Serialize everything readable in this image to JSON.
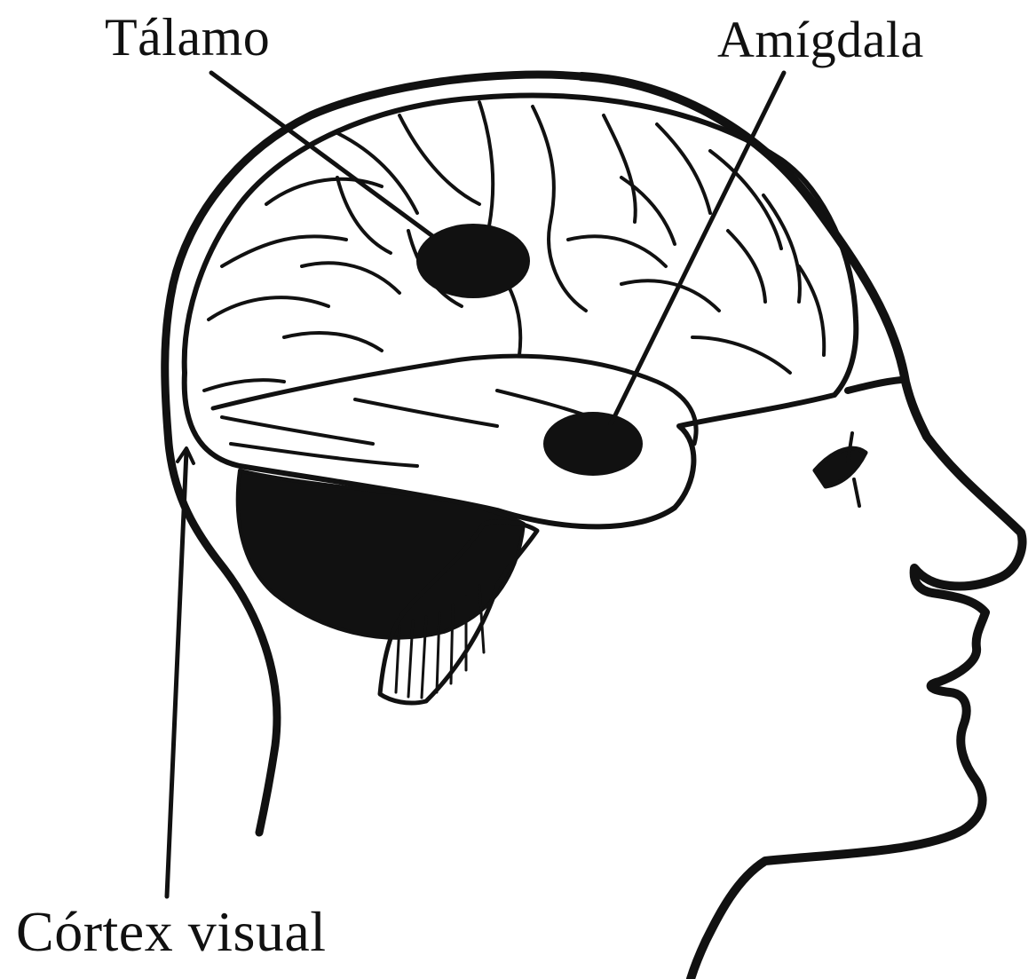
{
  "labels": {
    "thalamus": "Tálamo",
    "amygdala": "Amígdala",
    "visual_cortex": "Córtex visual"
  },
  "colors": {
    "ink": "#111111",
    "paper": "#ffffff"
  }
}
